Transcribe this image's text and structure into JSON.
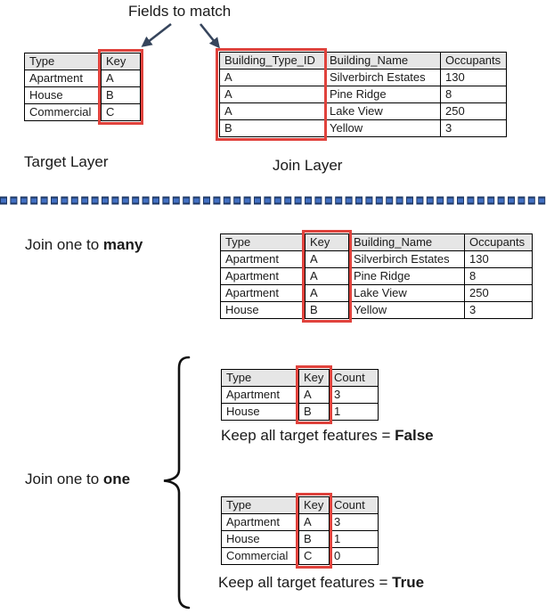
{
  "header": {
    "title": "Fields to match"
  },
  "colors": {
    "highlight_red": "#E0423C",
    "divider_blue": "#4472C4",
    "divider_dark": "#1F3864",
    "arrow_navy": "#36455C",
    "header_gray": "#E6E6E6"
  },
  "target_section": {
    "label": "Target Layer",
    "table": {
      "headers": [
        "Type",
        "Key"
      ],
      "rows": [
        [
          "Apartment",
          "A"
        ],
        [
          "House",
          "B"
        ],
        [
          "Commercial",
          "C"
        ]
      ]
    }
  },
  "join_section": {
    "label": "Join Layer",
    "table": {
      "headers": [
        "Building_Type_ID",
        "Building_Name",
        "Occupants"
      ],
      "rows": [
        [
          "A",
          "Silverbirch Estates",
          "130"
        ],
        [
          "A",
          "Pine Ridge",
          "8"
        ],
        [
          "A",
          "Lake View",
          "250"
        ],
        [
          "B",
          "Yellow",
          "3"
        ]
      ]
    }
  },
  "one_to_many": {
    "label_prefix": "Join one to ",
    "label_bold": "many",
    "table": {
      "headers": [
        "Type",
        "Key",
        "Building_Name",
        "Occupants"
      ],
      "rows": [
        [
          "Apartment",
          "A",
          "Silverbirch Estates",
          "130"
        ],
        [
          "Apartment",
          "A",
          "Pine Ridge",
          "8"
        ],
        [
          "Apartment",
          "A",
          "Lake View",
          "250"
        ],
        [
          "House",
          "B",
          "Yellow",
          "3"
        ]
      ]
    }
  },
  "one_to_one": {
    "label_prefix": "Join one to ",
    "label_bold": "one",
    "false_case": {
      "caption_prefix": "Keep all target features = ",
      "caption_bold": "False",
      "table": {
        "headers": [
          "Type",
          "Key",
          "Count"
        ],
        "rows": [
          [
            "Apartment",
            "A",
            "3"
          ],
          [
            "House",
            "B",
            "1"
          ]
        ]
      }
    },
    "true_case": {
      "caption_prefix": "Keep all target features = ",
      "caption_bold": "True",
      "table": {
        "headers": [
          "Type",
          "Key",
          "Count"
        ],
        "rows": [
          [
            "Apartment",
            "A",
            "3"
          ],
          [
            "House",
            "B",
            "1"
          ],
          [
            "Commercial",
            "C",
            "0"
          ]
        ]
      }
    }
  }
}
